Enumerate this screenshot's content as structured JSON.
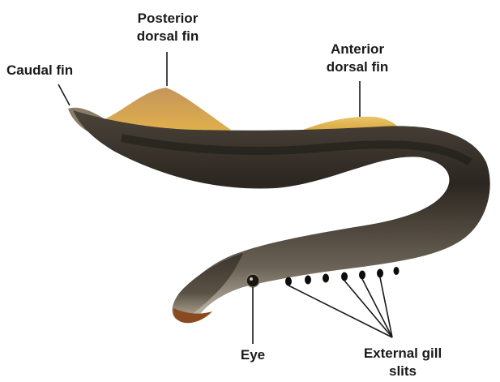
{
  "labels": {
    "caudal_fin": "Caudal fin",
    "posterior_dorsal_fin": [
      "Posterior",
      "dorsal fin"
    ],
    "anterior_dorsal_fin": [
      "Anterior",
      "dorsal fin"
    ],
    "eye": "Eye",
    "external_gill_slits": [
      "External gill",
      "slits"
    ]
  },
  "colors": {
    "body_dark": "#2b2620",
    "body_mid": "#5a5246",
    "belly": "#c9c2b4",
    "fin": "#d9a640",
    "fin_light": "#e9c46a",
    "leader_line": "#1a1a1a",
    "label_text": "#1a1a1a"
  },
  "gill_slit_count": 7
}
